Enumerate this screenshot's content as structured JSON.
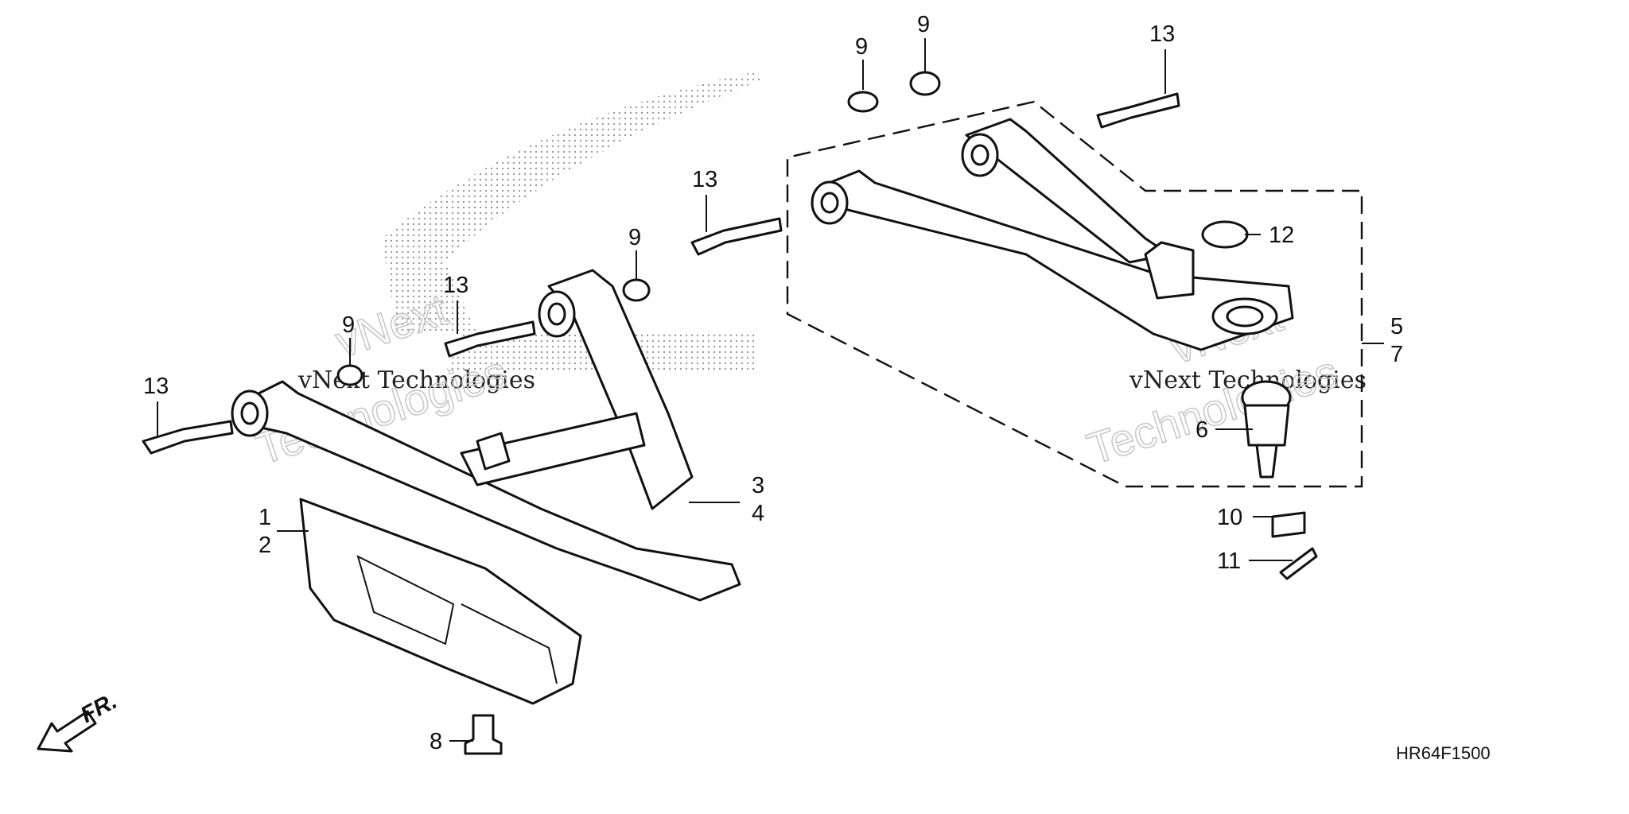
{
  "diagram": {
    "code": "HR64F1500",
    "direction": "FR.",
    "watermarks": [
      "vNext Technologies",
      "Technologies",
      "vNext Technologies",
      "vNext",
      "Technologies",
      "vNext"
    ],
    "callouts": [
      "1",
      "2",
      "3",
      "4",
      "5",
      "6",
      "7",
      "8",
      "9",
      "9",
      "9",
      "9",
      "10",
      "11",
      "12",
      "13",
      "13",
      "13",
      "13"
    ]
  }
}
